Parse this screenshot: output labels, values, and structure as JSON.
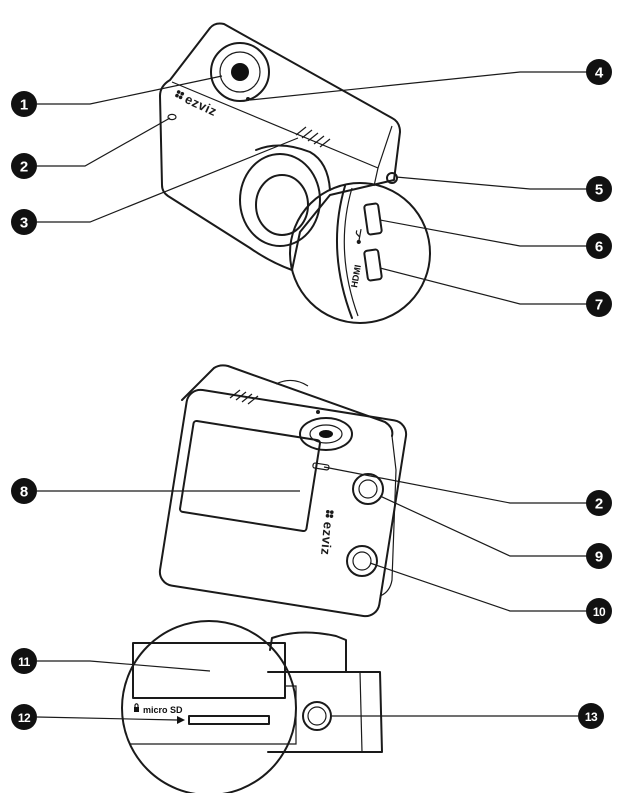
{
  "brand": "ezviz",
  "labels": {
    "micro_sd": "micro SD",
    "hdmi": "HDMI"
  },
  "callouts": [
    {
      "id": "callout-1",
      "number": "1"
    },
    {
      "id": "callout-2-top",
      "number": "2"
    },
    {
      "id": "callout-3",
      "number": "3"
    },
    {
      "id": "callout-4",
      "number": "4"
    },
    {
      "id": "callout-5",
      "number": "5"
    },
    {
      "id": "callout-6",
      "number": "6"
    },
    {
      "id": "callout-7",
      "number": "7"
    },
    {
      "id": "callout-8",
      "number": "8"
    },
    {
      "id": "callout-2-back",
      "number": "2"
    },
    {
      "id": "callout-9",
      "number": "9"
    },
    {
      "id": "callout-10",
      "number": "10"
    },
    {
      "id": "callout-11",
      "number": "11"
    },
    {
      "id": "callout-12",
      "number": "12"
    },
    {
      "id": "callout-13",
      "number": "13"
    }
  ],
  "colors": {
    "ink": "#1a1a1a",
    "badge": "#111111",
    "paper": "#ffffff"
  }
}
